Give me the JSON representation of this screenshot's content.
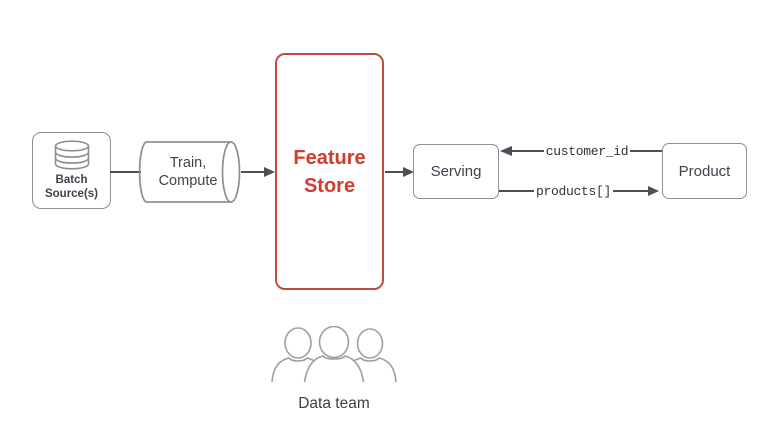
{
  "diagram": {
    "nodes": {
      "batch_source": {
        "line1": "Batch",
        "line2": "Source(s)"
      },
      "train_compute": {
        "line1": "Train,",
        "line2": "Compute"
      },
      "feature_store": {
        "line1": "Feature",
        "line2": "Store"
      },
      "serving": {
        "label": "Serving"
      },
      "product": {
        "label": "Product"
      }
    },
    "edges": {
      "customer_id_label": "customer_id",
      "products_label": "products[]"
    },
    "team": {
      "label": "Data team"
    },
    "icons": [
      "database-icon",
      "cylinder-shape",
      "people-icon",
      "arrowhead-icons"
    ],
    "colors": {
      "accent_red_border": "#c64a3f",
      "accent_red_text": "#d23b30",
      "box_border": "#8a9097",
      "connector": "#4a5056",
      "node_text": "#3d444d",
      "icon_stroke": "#9aa0a8",
      "background": "#ffffff"
    }
  }
}
